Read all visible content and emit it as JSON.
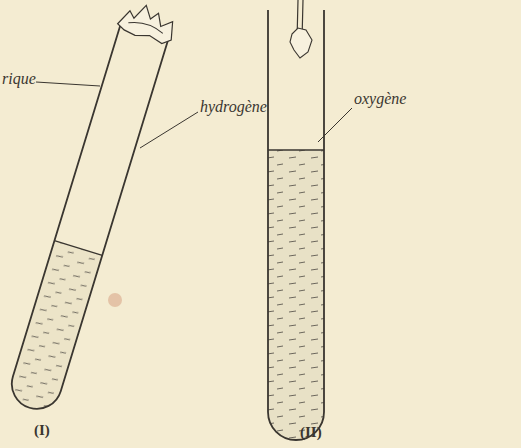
{
  "diagram": {
    "labels": [
      "rique",
      "hydrogène",
      "oxygène",
      "(I)",
      "(II)"
    ]
  }
}
